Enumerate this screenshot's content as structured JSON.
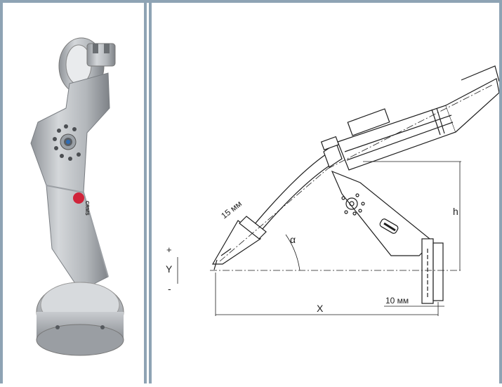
{
  "diagram": {
    "label_15mm": "15 мм",
    "label_alpha": "α",
    "label_h": "h",
    "label_plus": "+",
    "label_y": "Y",
    "label_minus": "-",
    "label_x": "X",
    "label_10mm": "10 мм"
  },
  "photo": {
    "brand_text": "CRMS"
  },
  "colors": {
    "frame": "#8ea3b4",
    "metal": "#b9bcc0",
    "line": "#1e1e1e"
  }
}
